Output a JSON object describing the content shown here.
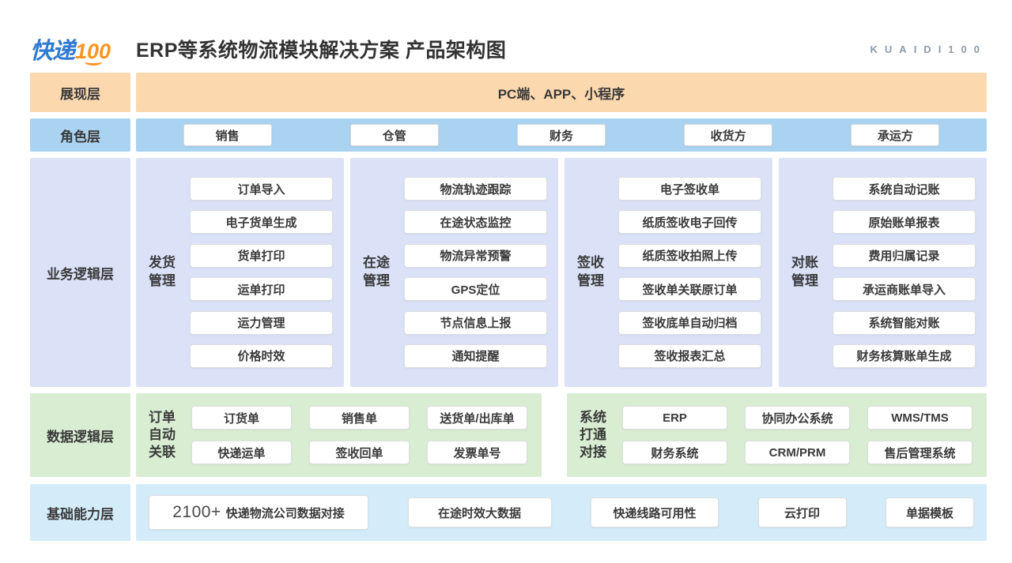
{
  "header": {
    "logo_part_cn": "快递",
    "logo_part_num": "100",
    "title": "ERP等系统物流模块解决方案 产品架构图",
    "brand": "KUAIDI100"
  },
  "colors": {
    "presentation_bg": "#fbd8ae",
    "roles_bg": "#a9d3f1",
    "business_bg": "#dbe2f8",
    "data_bg": "#d9edd3",
    "foundation_bg": "#d4ecf9",
    "logo_blue": "#2e7ad2",
    "logo_orange": "#ff9420",
    "text": "#3a3a3a"
  },
  "layers": {
    "presentation": {
      "label": "展现层",
      "content": "PC端、APP、小程序"
    },
    "roles": {
      "label": "角色层",
      "items": [
        "销售",
        "仓管",
        "财务",
        "收货方",
        "承运方"
      ]
    },
    "business": {
      "label": "业务逻辑层",
      "groups": [
        {
          "name": "发货管理",
          "items": [
            "订单导入",
            "电子货单生成",
            "货单打印",
            "运单打印",
            "运力管理",
            "价格时效"
          ]
        },
        {
          "name": "在途管理",
          "items": [
            "物流轨迹跟踪",
            "在途状态监控",
            "物流异常预警",
            "GPS定位",
            "节点信息上报",
            "通知提醒"
          ]
        },
        {
          "name": "签收管理",
          "items": [
            "电子签收单",
            "纸质签收电子回传",
            "纸质签收拍照上传",
            "签收单关联原订单",
            "签收底单自动归档",
            "签收报表汇总"
          ]
        },
        {
          "name": "对账管理",
          "items": [
            "系统自动记账",
            "原始账单报表",
            "费用归属记录",
            "承运商账单导入",
            "系统智能对账",
            "财务核算账单生成"
          ]
        }
      ]
    },
    "data": {
      "label": "数据逻辑层",
      "groups": [
        {
          "name": "订单自动关联",
          "items": [
            "订货单",
            "销售单",
            "送货单/出库单",
            "快递运单",
            "签收回单",
            "发票单号"
          ]
        },
        {
          "name": "系统打通对接",
          "items": [
            "ERP",
            "协同办公系统",
            "WMS/TMS",
            "财务系统",
            "CRM/PRM",
            "售后管理系统"
          ]
        }
      ]
    },
    "foundation": {
      "label": "基础能力层",
      "items": [
        {
          "prefix": "2100+",
          "label": "快递物流公司数据对接"
        },
        {
          "label": "在途时效大数据"
        },
        {
          "label": "快递线路可用性"
        },
        {
          "label": "云打印"
        },
        {
          "label": "单据模板"
        }
      ]
    }
  }
}
